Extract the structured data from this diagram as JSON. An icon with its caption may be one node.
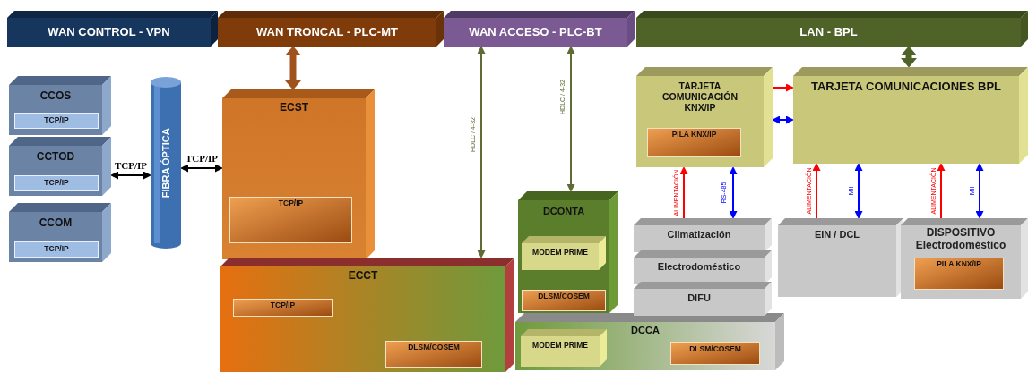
{
  "diagram": {
    "nodes": [
      {
        "text": [
          "WAN CONTROL  -  VPN"
        ]
      },
      {
        "text": [
          "WAN TRONCAL  -  PLC-MT"
        ]
      },
      {
        "text": [
          "WAN ACCESO  -  PLC-BT"
        ]
      },
      {
        "text": [
          "LAN  -  BPL"
        ]
      },
      {
        "text": [
          "CCOS"
        ]
      },
      {
        "text": [
          "TCP/IP"
        ],
        "in": 4
      },
      {
        "text": [
          "CCTOD"
        ]
      },
      {
        "text": [
          "TCP/IP"
        ],
        "in": 6
      },
      {
        "text": [
          "CCOM"
        ]
      },
      {
        "text": [
          "TCP/IP"
        ],
        "in": 8
      },
      {
        "text": [
          "FIBRA ÓPTICA"
        ]
      },
      {
        "text": [
          "ECST"
        ]
      },
      {
        "text": [
          "TCP/IP"
        ],
        "in": 11
      },
      {
        "text": [
          "ECCT"
        ]
      },
      {
        "text": [
          "TCP/IP"
        ],
        "in": 13
      },
      {
        "text": [
          "DLSM/COSEM"
        ],
        "in": 13
      },
      {
        "text": [
          "DCONTA"
        ]
      },
      {
        "text": [
          "MODEM PRIME"
        ],
        "in": 16
      },
      {
        "text": [
          "DLSM/COSEM"
        ],
        "in": 16
      },
      {
        "text": [
          "DCCA"
        ]
      },
      {
        "text": [
          "MODEM PRIME"
        ],
        "in": 19
      },
      {
        "text": [
          "DLSM/COSEM"
        ],
        "in": 19
      },
      {
        "text": [
          "TARJETA COMUNICACIÓN KNX/IP"
        ]
      },
      {
        "text": [
          "PILA KNX/IP"
        ],
        "in": 22
      },
      {
        "text": [
          "TARJETA COMUNICACIONES BPL"
        ]
      },
      {
        "text": [
          "Climatización"
        ]
      },
      {
        "text": [
          "Electrodoméstico"
        ]
      },
      {
        "text": [
          "DIFU"
        ]
      },
      {
        "text": [
          "EIN / DCL"
        ]
      },
      {
        "text": [
          "DISPOSITIVO Electrodoméstico"
        ]
      },
      {
        "text": [
          "PILA KNX/IP"
        ],
        "in": 29
      }
    ],
    "edges": [
      {
        "from": 6,
        "to": 10,
        "arrow": "both",
        "label": "TCP/IP",
        "color": "#000000"
      },
      {
        "from": 10,
        "to": 11,
        "arrow": "both",
        "label": "TCP/IP",
        "color": "#000000"
      },
      {
        "from": 1,
        "to": 11,
        "arrow": "both",
        "style": "thick",
        "color": "#a0521d"
      },
      {
        "from": 2,
        "to": 13,
        "arrow": "both",
        "label": "HDLC / 4-32",
        "color": "#5f6b35"
      },
      {
        "from": 2,
        "to": 16,
        "arrow": "both",
        "label": "HDLC / 4-32",
        "color": "#5f6b35"
      },
      {
        "from": 3,
        "to": 24,
        "arrow": "both",
        "style": "thick",
        "color": "#4f6228"
      },
      {
        "from": 22,
        "to": 24,
        "arrow": "to",
        "color": "#ff0000"
      },
      {
        "from": 22,
        "to": 24,
        "arrow": "both",
        "color": "#0000ff"
      },
      {
        "from": 25,
        "to": 22,
        "arrow": "to",
        "label": "ALIMENTACIÓN",
        "color": "#ff0000"
      },
      {
        "from": 22,
        "to": 25,
        "arrow": "both",
        "label": "RS-485",
        "color": "#0000ff"
      },
      {
        "from": 28,
        "to": 24,
        "arrow": "to",
        "label": "ALIMENTACIÓN",
        "color": "#ff0000"
      },
      {
        "from": 24,
        "to": 28,
        "arrow": "both",
        "label": "MII",
        "color": "#0000ff"
      },
      {
        "from": 29,
        "to": 24,
        "arrow": "to",
        "label": "ALIMENTACIÓN",
        "color": "#ff0000"
      },
      {
        "from": 24,
        "to": 29,
        "arrow": "both",
        "label": "MII",
        "color": "#0000ff"
      }
    ]
  }
}
